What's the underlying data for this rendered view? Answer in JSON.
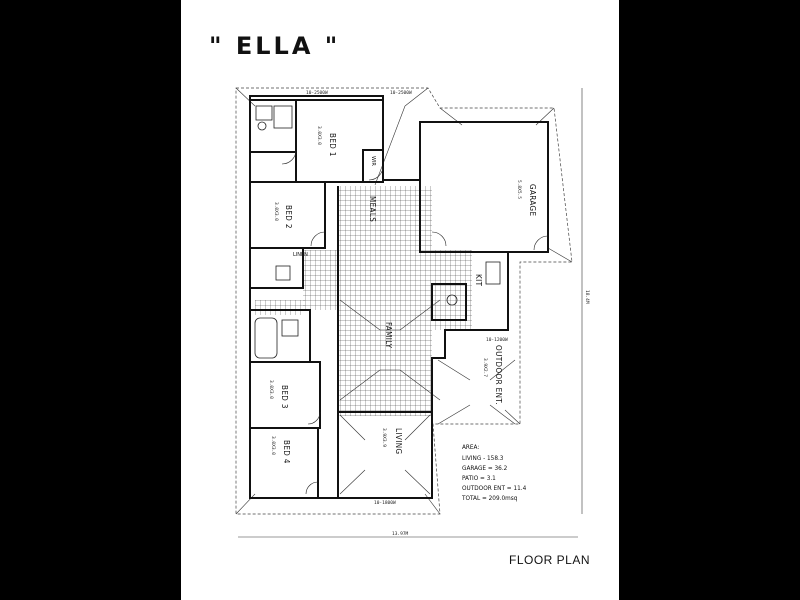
{
  "title": "\" ELLA \"",
  "caption": "FLOOR PLAN",
  "rooms": {
    "bed1": "BED 1",
    "bed2": "BED 2",
    "bed3": "BED 3",
    "bed4": "BED 4",
    "garage": "GARAGE",
    "meals": "MEALS",
    "family": "FAMILY",
    "living": "LIVING",
    "outdoor": "OUTDOOR ENT.",
    "kit": "KIT",
    "wir": "WIR",
    "linen": "LINEN"
  },
  "room_sizes": {
    "bed1": "3.0X3.0",
    "bed2": "3.0X3.0",
    "bed3": "3.0X3.0",
    "bed4": "3.0X3.0",
    "garage": "5.8X5.5",
    "outdoor": "3.9X2.7",
    "living": "3.9X3.9"
  },
  "dimensions": {
    "overall_width": "13.97M",
    "overall_depth": "18.4M",
    "top_left": "10-2500W",
    "top_right": "10-2500W",
    "bottom": "10-1800W",
    "outdoor": "10-1200W"
  },
  "area_table": {
    "heading": "AREA:",
    "rows": [
      "LIVING  - 158.3",
      "GARAGE  = 36.2",
      "PATIO  = 3.1",
      "OUTDOOR ENT  = 11.4",
      "TOTAL  = 209.0msq"
    ]
  }
}
